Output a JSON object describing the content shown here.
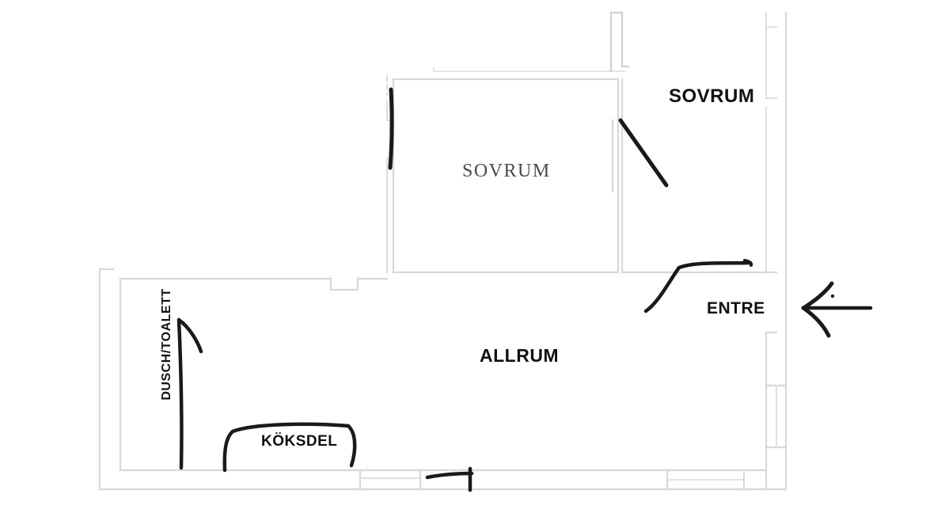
{
  "document": {
    "type": "floor-plan",
    "language": "sv",
    "background_color": "#ffffff",
    "wall_color": "#d8d8d8",
    "annotation_color": "#1a1a1a",
    "printed_label_color": "#4a4a4a"
  },
  "rooms": [
    {
      "id": "sovrum-upper",
      "label": "SOVRUM",
      "style": "printed-serif",
      "color": "#4a4a4a"
    },
    {
      "id": "sovrum-right",
      "label": "SOVRUM",
      "style": "handwritten-sans",
      "color": "#111111"
    },
    {
      "id": "allrum",
      "label": "ALLRUM",
      "style": "handwritten-sans",
      "color": "#111111"
    },
    {
      "id": "entre",
      "label": "ENTRE",
      "style": "handwritten-sans",
      "color": "#111111"
    },
    {
      "id": "koksdel",
      "label": "KÖKSDEL",
      "style": "handwritten-sans",
      "color": "#111111"
    },
    {
      "id": "dusch-toalett",
      "label": "DUSCH/TOALETT",
      "style": "handwritten-sans-rotated",
      "color": "#111111"
    }
  ],
  "annotations": [
    {
      "id": "entrance-arrow",
      "kind": "arrow",
      "direction": "left",
      "note": "points at entrance on right exterior wall"
    },
    {
      "id": "entre-pointer",
      "kind": "curve-arrow",
      "direction": "right",
      "note": "hand drawn line toward entrance door"
    },
    {
      "id": "sovrum-door-swing",
      "kind": "line",
      "note": "diagonal stroke at bedroom door"
    },
    {
      "id": "sovrum-wall-mark",
      "kind": "line",
      "note": "vertical stroke on bedroom left wall"
    },
    {
      "id": "koksdel-bracket",
      "kind": "bracket",
      "note": "bracket over kitchen area"
    },
    {
      "id": "dusch-wall-mark",
      "kind": "line-with-hook",
      "note": "vertical stroke with hook for bathroom wall"
    },
    {
      "id": "bottom-tee-mark",
      "kind": "tee",
      "note": "hand drawn tee on bottom exterior wall"
    }
  ]
}
